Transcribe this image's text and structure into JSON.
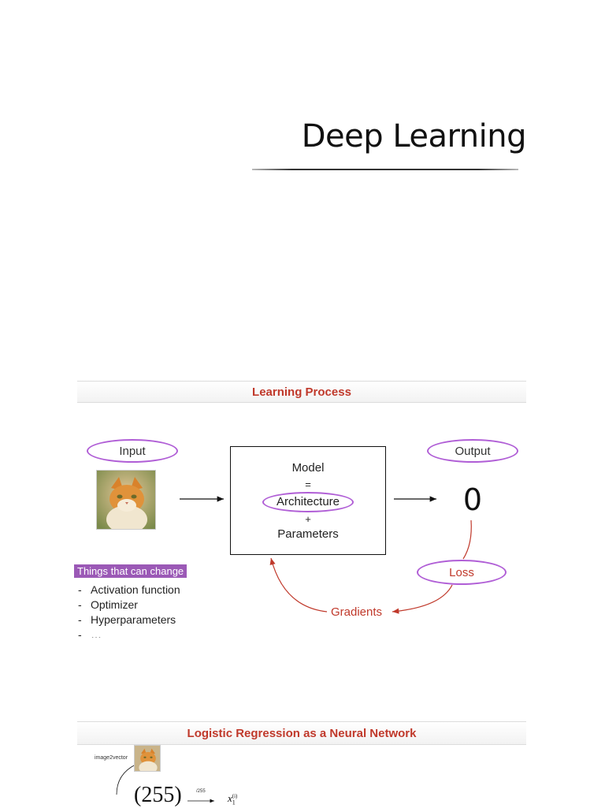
{
  "title": "Deep Learning",
  "slide1": {
    "banner": "Learning Process",
    "input_label": "Input",
    "output_label": "Output",
    "model_lines": [
      "Model",
      "=",
      "Architecture",
      "+",
      "Parameters"
    ],
    "output_value": "0",
    "loss_label": "Loss",
    "gradients_label": "Gradients",
    "changes_header": "Things that can change",
    "changes": [
      {
        "dash": "-",
        "text": "Activation function"
      },
      {
        "dash": "-",
        "text": "Optimizer"
      },
      {
        "dash": "-",
        "text": "Hyperparameters"
      },
      {
        "dash": "-",
        "text": "…"
      }
    ]
  },
  "slide2": {
    "banner": "Logistic Regression as a Neural Network",
    "image_label": "image2vector",
    "pixel_value": "255",
    "divide_label": "/255",
    "x_base": "x",
    "x_sub": "1",
    "x_sup": "(i)"
  },
  "colors": {
    "accent_red": "#c0392b",
    "oval_purple": "#b05ed6",
    "highlight_purple": "#9b59b6"
  }
}
